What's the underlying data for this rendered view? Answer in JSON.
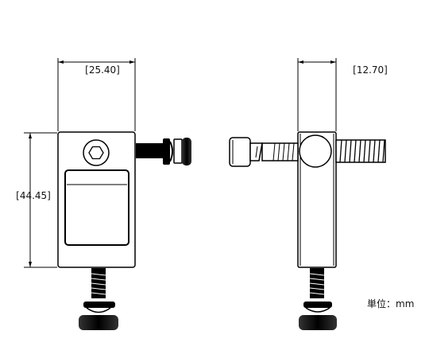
{
  "dimensions": {
    "front_width": "[25.40]",
    "front_height": "[44.45]",
    "side_width": "[12.70]"
  },
  "unit_label": "単位：mm"
}
